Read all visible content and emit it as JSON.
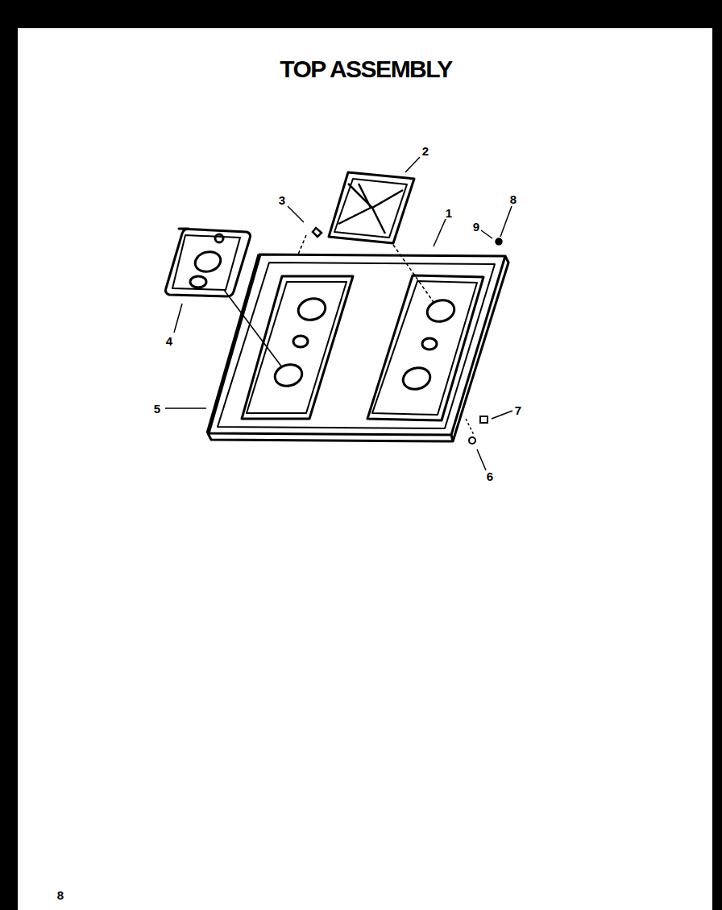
{
  "diagram": {
    "title": "TOP ASSEMBLY",
    "labels": [
      "2",
      "3",
      "1",
      "8",
      "9",
      "4",
      "5",
      "7",
      "6",
      "8"
    ]
  }
}
